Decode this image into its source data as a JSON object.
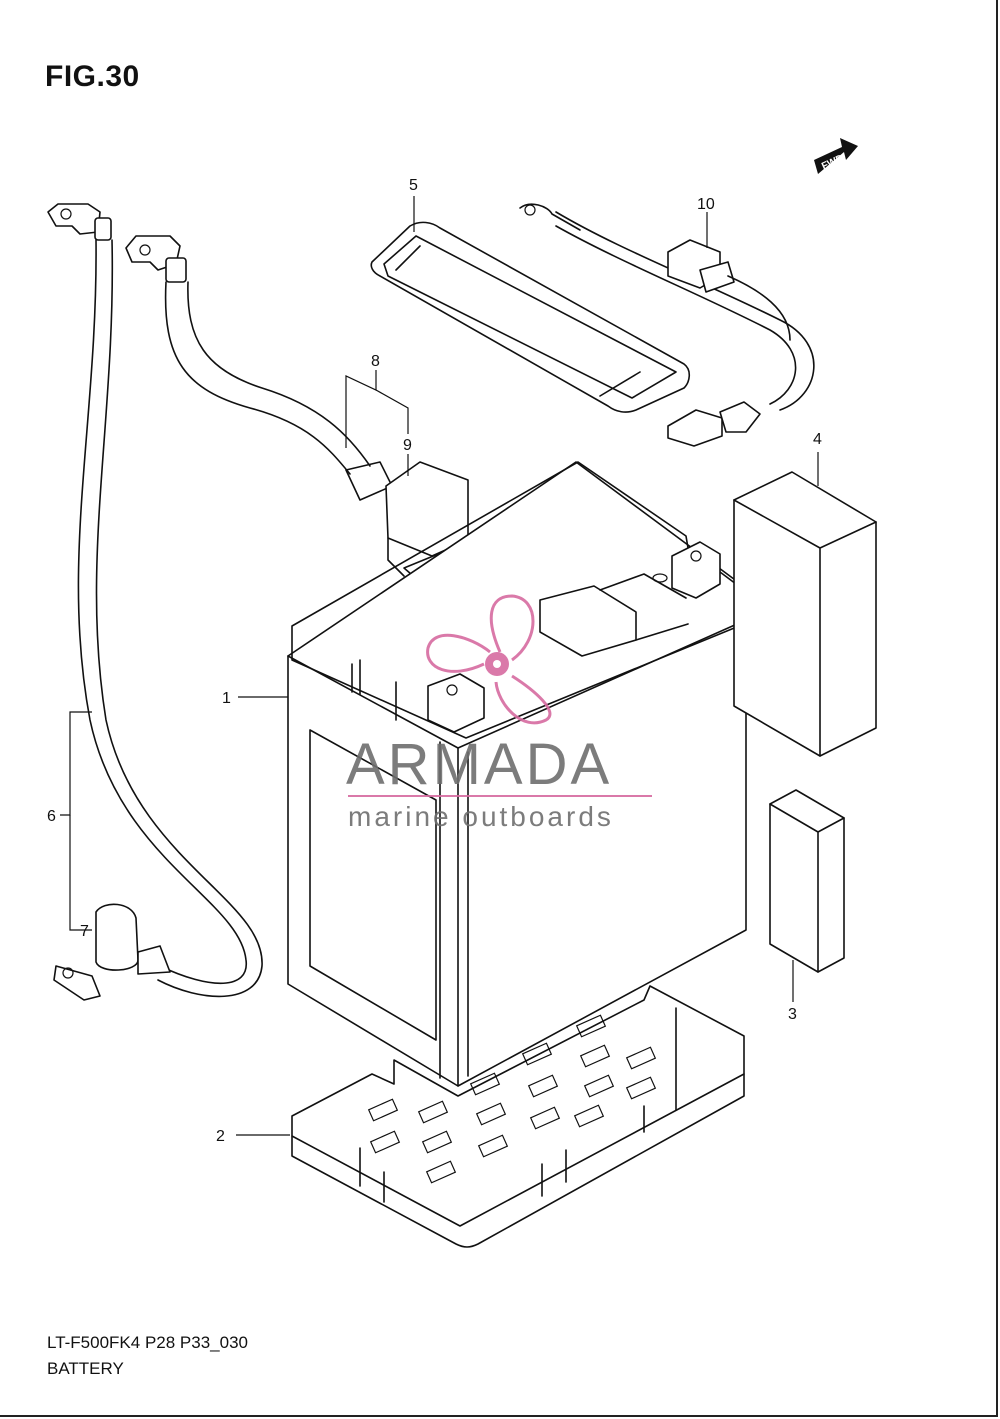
{
  "figure": {
    "title": "FIG.30",
    "code": "LT-F500FK4 P28 P33_030",
    "name": "BATTERY"
  },
  "direction_marker": {
    "text": "FWD",
    "icon": "arrow-right-icon"
  },
  "callouts": [
    "1",
    "2",
    "3",
    "4",
    "5",
    "6",
    "7",
    "8",
    "9",
    "10"
  ],
  "watermark": {
    "name": "ARMADA",
    "tagline": "marine outboards",
    "accent_color": "#d66ba0",
    "text_color": "#6e6e6e"
  }
}
